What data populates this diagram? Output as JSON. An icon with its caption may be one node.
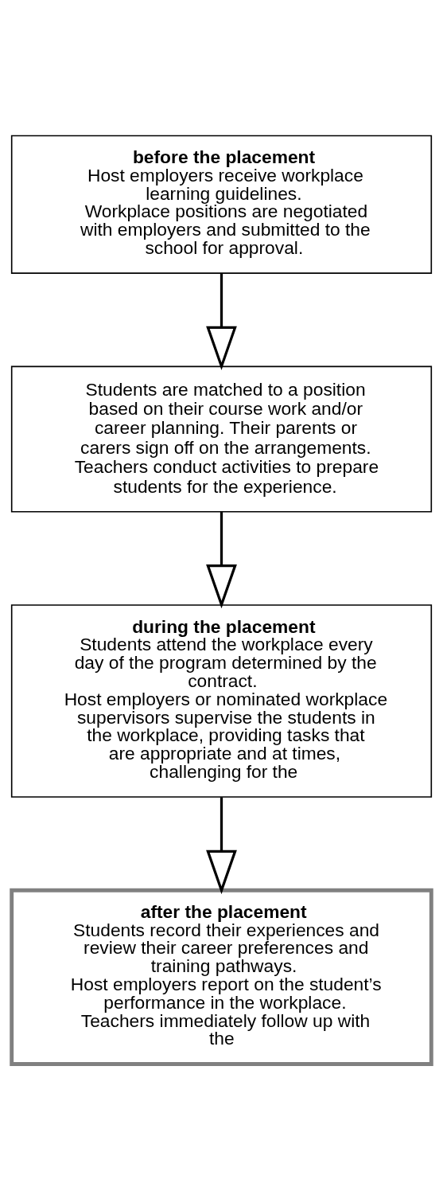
{
  "diagram": {
    "nodes": [
      {
        "text": [
          "before the placement",
          "Host employers receive workplace learning guidelines.",
          "Workplace positions are negotiated with employers and submitted to the school for approval."
        ]
      },
      {
        "text": [
          "Students are matched to a position based on their course work and/or career planning. Their parents or carers sign off on the arrangements.",
          "Teachers conduct activities to prepare students for the experience."
        ]
      },
      {
        "text": [
          "during the placement",
          "Students attend the workplace every day of the program determined by the contract.",
          "Host employers or nominated workplace supervisors supervise the students in the workplace, providing tasks that are appropriate and at times, challenging for the"
        ]
      },
      {
        "text": [
          "after the placement",
          "Students record their experiences and review their career preferences and training pathways.",
          "Host employers report on the student’s performance in the workplace.",
          "Teachers immediately follow up with the"
        ]
      }
    ],
    "edges": [
      {
        "from": 0,
        "to": 1,
        "arrow": "to"
      },
      {
        "from": 1,
        "to": 2,
        "arrow": "to"
      },
      {
        "from": 2,
        "to": 3,
        "arrow": "to"
      }
    ]
  }
}
